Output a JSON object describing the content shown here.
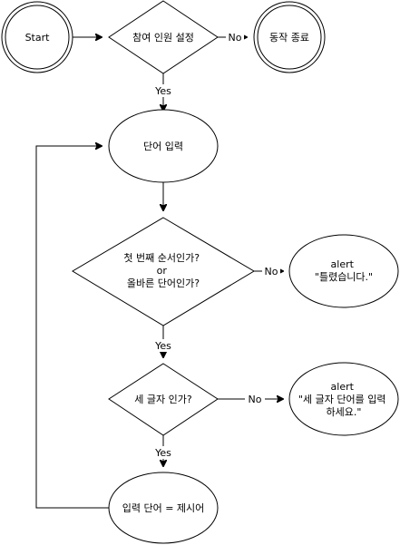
{
  "nodes": {
    "start": {
      "label": "Start"
    },
    "set_participants": {
      "label": "참여 인원 설정"
    },
    "stop": {
      "label": "동작 종료"
    },
    "input_word": {
      "label": "단어 입력"
    },
    "check_first_or_valid": {
      "lines": [
        "첫 번째 순서인가?",
        "or",
        "올바른 단어인가?"
      ]
    },
    "alert_wrong": {
      "lines": [
        "alert",
        "\"틀렸습니다.\""
      ]
    },
    "check_three_chars": {
      "label": "세 글자 인가?"
    },
    "alert_three_chars": {
      "lines": [
        "alert",
        "\"세 글자 단어를 입력",
        "하세요.\""
      ]
    },
    "set_prompt_word": {
      "label": "입력 단어 = 제시어"
    }
  },
  "edges": {
    "no_stop": "No",
    "yes_input": "Yes",
    "no_alert_wrong": "No",
    "yes_check_three": "Yes",
    "no_alert_three": "No",
    "yes_set_prompt": "Yes"
  }
}
